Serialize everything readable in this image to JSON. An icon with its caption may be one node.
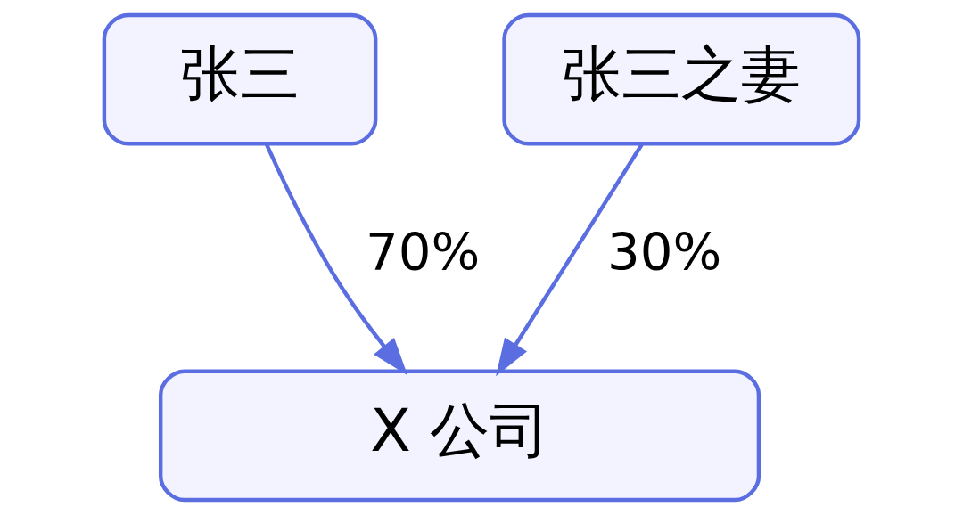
{
  "diagram": {
    "nodes": [
      {
        "text": [
          "张三"
        ]
      },
      {
        "text": [
          "张三之妻"
        ]
      },
      {
        "text": [
          "X 公司"
        ]
      }
    ],
    "edges": [
      {
        "from": 0,
        "to": 2,
        "arrow": "to",
        "label": "70%"
      },
      {
        "from": 1,
        "to": 2,
        "arrow": "to",
        "label": "30%"
      }
    ]
  }
}
